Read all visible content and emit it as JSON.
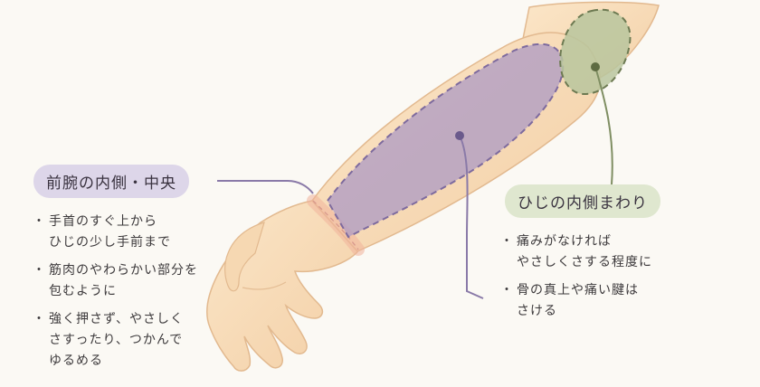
{
  "labels": {
    "inner_forearm_center": "前腕の内側・中央",
    "around_inner_elbow": "ひじの内側まわり"
  },
  "notes_left": [
    {
      "lines": [
        "手首のすぐ上から",
        "ひじの少し手前まで"
      ]
    },
    {
      "lines": [
        "筋肉のやわらかい部分を",
        "包むように"
      ]
    },
    {
      "lines": [
        "強く押さず、やさしく",
        "さすったり、つかんで",
        "ゆるめる"
      ]
    }
  ],
  "notes_right": [
    {
      "lines": [
        "痛みがなければ",
        "やさしくさする程度に"
      ]
    },
    {
      "lines": [
        "骨の真上や痛い腱は",
        "さける"
      ]
    }
  ],
  "colors": {
    "skin": "#f8ddb9",
    "skin_outline": "#e2b98f",
    "forearm_zone": "#b09cc3",
    "forearm_zone_border": "#7d6a9e",
    "elbow_zone": "#b9c59e",
    "elbow_zone_border": "#6d7a52",
    "left_pill": "#ddd6e9",
    "right_pill": "#dfe7cf",
    "left_leader": "#8a7aa8",
    "right_leader": "#7f8e62"
  }
}
